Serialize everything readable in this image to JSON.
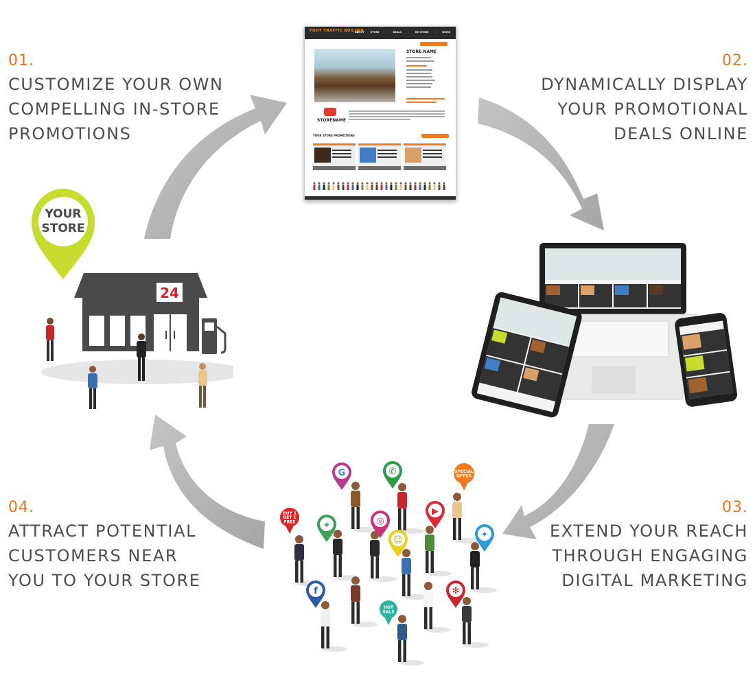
{
  "steps": [
    {
      "number": "01.",
      "lines": [
        "CUSTOMIZE YOUR OWN",
        "COMPELLING IN-STORE",
        "PROMOTIONS"
      ]
    },
    {
      "number": "02.",
      "lines": [
        "DYNAMICALLY DISPLAY",
        "YOUR PROMOTIONAL",
        "DEALS ONLINE"
      ]
    },
    {
      "number": "03.",
      "lines": [
        "EXTEND YOUR REACH",
        "THROUGH ENGAGING",
        "DIGITAL MARKETING"
      ]
    },
    {
      "number": "04.",
      "lines": [
        "ATTRACT POTENTIAL",
        "CUSTOMERS NEAR",
        "YOU TO YOUR STORE"
      ]
    }
  ],
  "store": {
    "pin_text_1": "YOUR",
    "pin_text_2": "STORE",
    "sign": "24"
  },
  "website": {
    "brand": "FOOT TRAFFIC BUILDER",
    "nav": "ABOUT STORE · DEALS · RE-STORE · HOME",
    "store_name": "STORE NAME",
    "logo_label": "STORENAME",
    "promotions_heading": "YOUR STORE PROMOTIONS"
  },
  "badges": {
    "special_offer": [
      "SPECIAL",
      "OFFER"
    ],
    "hot_sale": [
      "HOT",
      "SALE"
    ],
    "buy_one": [
      "BUY 1",
      "GET 1",
      "FREE"
    ]
  },
  "colors": {
    "accent_orange": "#e8741e",
    "arrow_gray": "#b3b3b3",
    "text_gray": "#4d4d4d",
    "pin_yellow": "#c7dc2f",
    "store_dark": "#4a4a4a",
    "sign_red": "#d9262a"
  },
  "icons": [
    "google-icon",
    "whatsapp-icon",
    "instagram-icon",
    "youtube-icon",
    "maps-icon",
    "snapchat-icon",
    "twitter-icon",
    "facebook-icon",
    "yelp-icon"
  ]
}
